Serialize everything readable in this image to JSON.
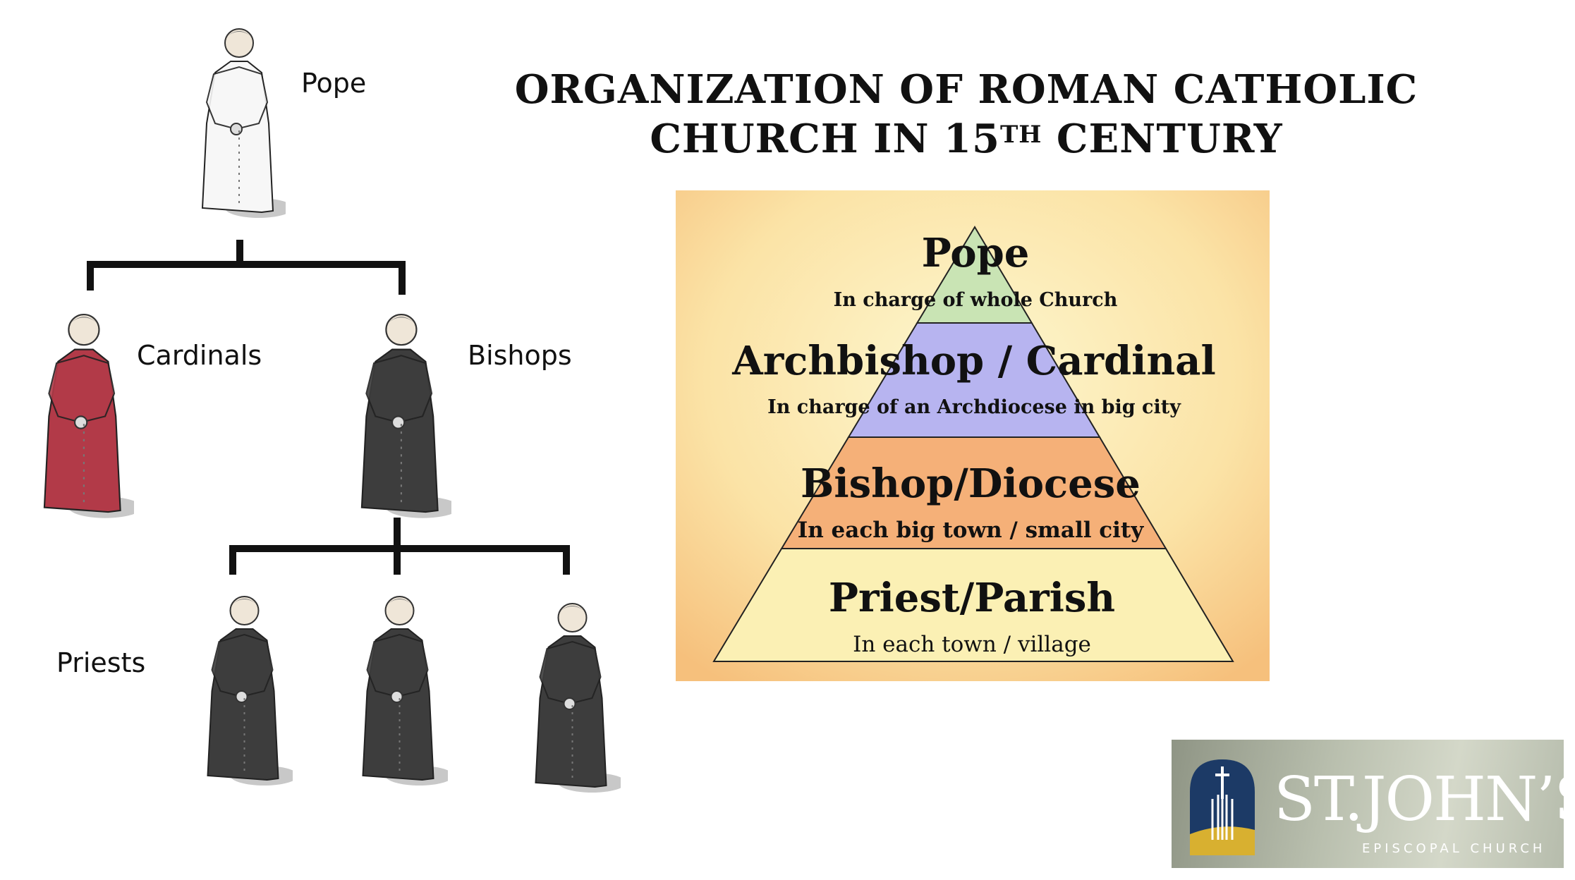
{
  "title": {
    "line1": "ORGANIZATION OF ROMAN CATHOLIC",
    "line2_prefix": "CHURCH IN 15",
    "line2_sup": "TH",
    "line2_suffix": " CENTURY"
  },
  "hierarchy": {
    "pope_label": "Pope",
    "cardinals_label": "Cardinals",
    "bishops_label": "Bishops",
    "priests_label": "Priests"
  },
  "pyramid": {
    "levels": [
      {
        "title": "Pope",
        "subtitle": "In charge of whole Church",
        "color": "#c9e4b4"
      },
      {
        "title": "Archbishop / Cardinal",
        "subtitle": "In charge of an Archdiocese in big city",
        "color": "#b7b4f0"
      },
      {
        "title": "Bishop/Diocese",
        "subtitle": "In each big town / small city",
        "color": "#f5b078"
      },
      {
        "title": "Priest/Parish",
        "subtitle": "In each town / village",
        "color": "#fbf0b4"
      }
    ]
  },
  "logo": {
    "name": "ST.JOHN’S",
    "subtitle": "EPISCOPAL CHURCH"
  },
  "colors": {
    "cassock_black": "#3d3d3d",
    "cardinal_red": "#b23a48",
    "pope_white": "#f7f7f7"
  }
}
